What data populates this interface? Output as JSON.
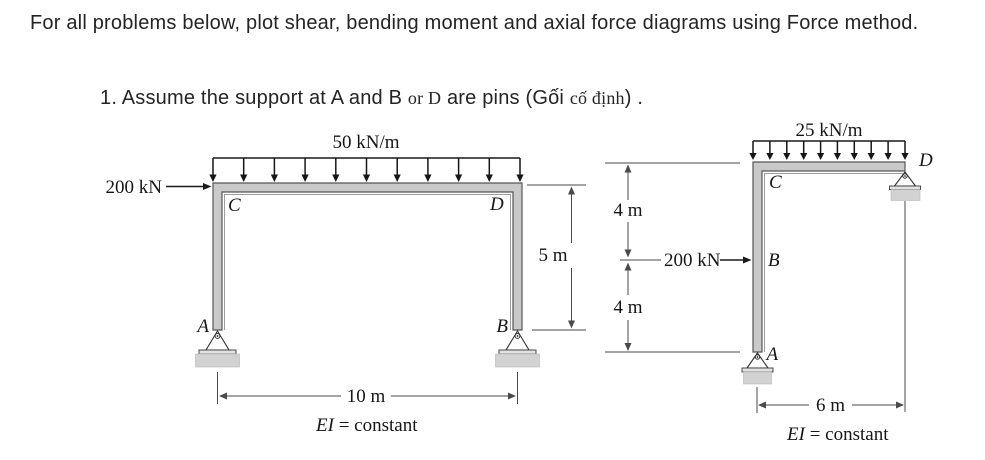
{
  "header": {
    "instruction": "For all problems below, plot shear, bending moment and axial force diagrams using Force method.",
    "problem_seg1": "1. Assume the support at A and B ",
    "problem_seg2": "or D",
    "problem_seg3": " are pins (Gối ",
    "problem_seg4": "cố định",
    "problem_seg5": ") ."
  },
  "left_diagram": {
    "distributed_load_label": "50 kN/m",
    "horizontal_load_label": "200 kN",
    "node_c": "C",
    "node_d": "D",
    "node_a": "A",
    "node_b": "B",
    "height_dim": "5 m",
    "span_dim": "10 m",
    "ei_symbol": "EI",
    "ei_value": " = constant"
  },
  "right_diagram": {
    "distributed_load_label": "25 kN/m",
    "horizontal_load_label": "200 kN",
    "node_c": "C",
    "node_d": "D",
    "node_a": "A",
    "node_b": "B",
    "upper_height_dim": "4 m",
    "lower_height_dim": "4 m",
    "span_dim": "6 m",
    "ei_symbol": "EI",
    "ei_value": " = constant"
  }
}
